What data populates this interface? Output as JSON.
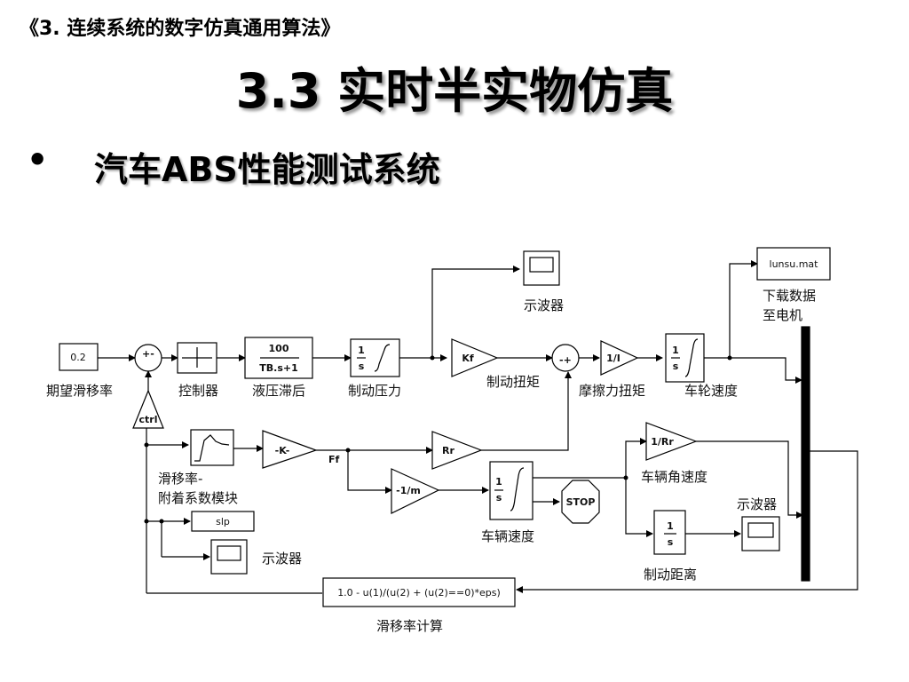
{
  "header": "《3. 连续系统的数字仿真通用算法》",
  "title": "3.3 实时半实物仿真",
  "bullet": "•",
  "subtitle": "汽车ABS性能测试系统",
  "diagram": {
    "labels": {
      "desired_slip": "期望滑移率",
      "controller": "控制器",
      "hydraulic_lag": "液压滞后",
      "brake_pressure": "制动压力",
      "brake_torque": "制动扭矩",
      "friction_torque": "摩擦力扭矩",
      "wheel_speed": "车轮速度",
      "scope_top": "示波器",
      "download_line1": "下载数据",
      "download_line2": "至电机",
      "slip_module_line1": "滑移率-",
      "slip_module_line2": "附着系数模块",
      "ff": "Ff",
      "vehicle_angular_speed": "车辆角速度",
      "vehicle_speed": "车辆速度",
      "scope_right": "示波器",
      "scope_left": "示波器",
      "brake_distance": "制动距离",
      "slip_calc": "滑移率计算"
    },
    "blocks": {
      "constant": "0.2",
      "tf_num": "100",
      "tf_den": "TB.s+1",
      "integ_num": "1",
      "integ_den": "s",
      "gain_kf": "Kf",
      "gain_1_over_i": "1/I",
      "gain_k": "-K-",
      "gain_rr": "Rr",
      "gain_1_over_m": "-1/m",
      "gain_1_over_rr": "1/Rr",
      "file": "lunsu.mat",
      "slp": "slp",
      "stop": "STOP",
      "ctrl": "ctrl",
      "fcn": "1.0 - u(1)/(u(2) + (u(2)==0)*eps)",
      "sum1_signs": "+-",
      "sum2_signs": "-+"
    }
  }
}
